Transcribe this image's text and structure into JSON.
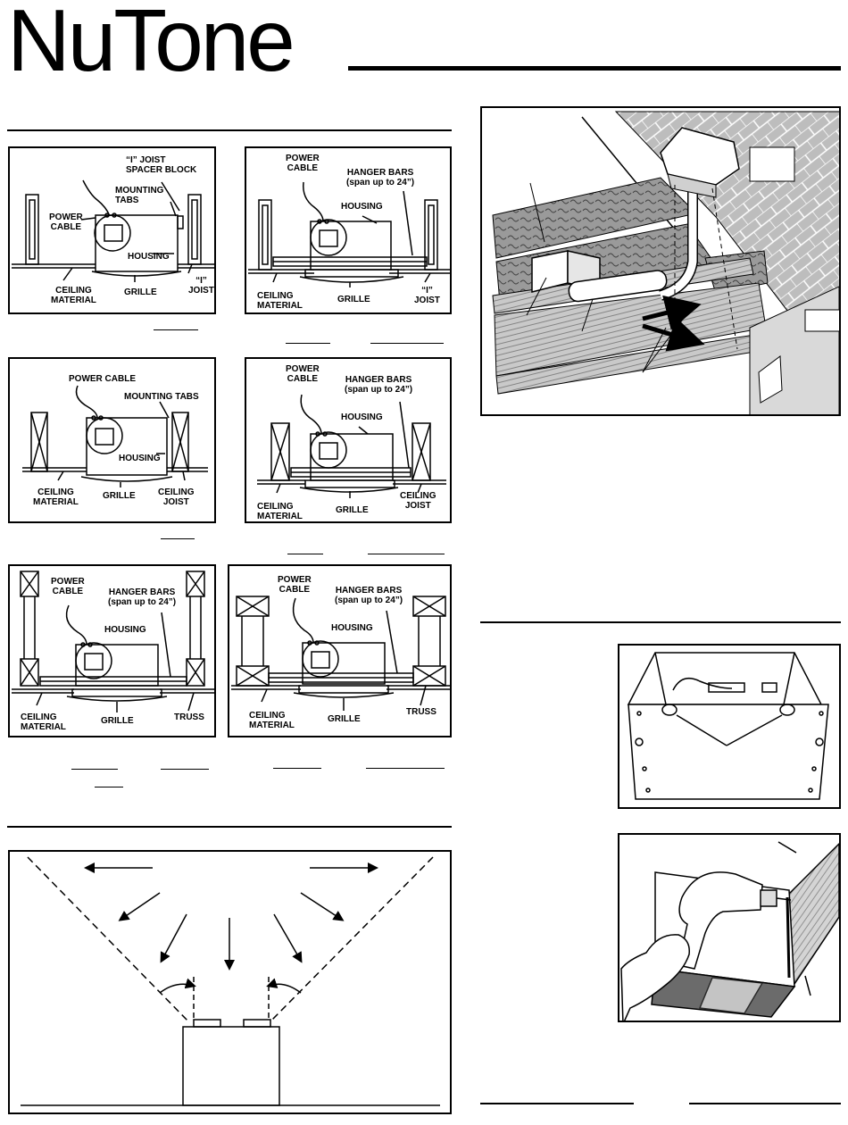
{
  "logo": {
    "brand": "NuTone",
    "mark": "®"
  },
  "figures": {
    "ijoist_tabs": {
      "spacer": "“I” JOIST\nSPACER BLOCK",
      "tabs": "MOUNTING\nTABS",
      "power": "POWER\nCABLE",
      "housing": "HOUSING",
      "ceiling": "CEILING\nMATERIAL",
      "grille": "GRILLE",
      "joist": "“I”\nJOIST"
    },
    "ijoist_bars": {
      "power": "POWER\nCABLE",
      "hanger": "HANGER BARS\n(span up to 24”)",
      "housing": "HOUSING",
      "ceiling": "CEILING\nMATERIAL",
      "grille": "GRILLE",
      "joist": "“I”\nJOIST"
    },
    "joist_tabs": {
      "power": "POWER CABLE",
      "tabs": "MOUNTING TABS",
      "housing": "HOUSING",
      "ceiling": "CEILING\nMATERIAL",
      "grille": "GRILLE",
      "joist": "CEILING\nJOIST"
    },
    "joist_bars": {
      "power": "POWER\nCABLE",
      "hanger": "HANGER BARS\n(span up to 24”)",
      "housing": "HOUSING",
      "ceiling": "CEILING\nMATERIAL",
      "grille": "GRILLE",
      "joist": "CEILING\nJOIST"
    },
    "truss_a": {
      "power": "POWER\nCABLE",
      "hanger": "HANGER BARS\n(span up to 24”)",
      "housing": "HOUSING",
      "ceiling": "CEILING\nMATERIAL",
      "grille": "GRILLE",
      "truss": "TRUSS"
    },
    "truss_b": {
      "power": "POWER\nCABLE",
      "hanger": "HANGER BARS\n(span up to 24”)",
      "housing": "HOUSING",
      "ceiling": "CEILING\nMATERIAL",
      "grille": "GRILLE",
      "truss": "TRUSS"
    }
  },
  "icons": [
    "roof-cap-icon",
    "duct-icon",
    "airflow-arrow-icon",
    "drill-icon"
  ]
}
